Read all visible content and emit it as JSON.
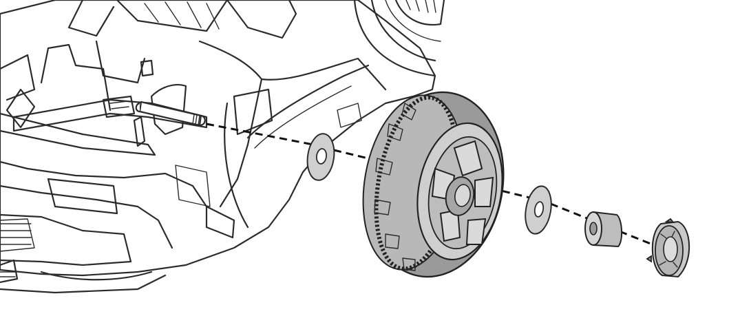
{
  "diagram": {
    "type": "exploded-assembly",
    "parts": [
      {
        "id": "vehicle-body",
        "icon": "ride-on-car-body"
      },
      {
        "id": "rear-axle",
        "icon": "threaded-axle"
      },
      {
        "id": "inner-washer",
        "icon": "flat-washer"
      },
      {
        "id": "wheel",
        "icon": "treaded-tire-wheel"
      },
      {
        "id": "outer-washer",
        "icon": "flat-washer"
      },
      {
        "id": "axle-nut",
        "icon": "cylindrical-nut"
      },
      {
        "id": "hub-cap",
        "icon": "hub-cap"
      }
    ],
    "colors": {
      "line": "#2b2b2b",
      "part_fill": "#cfcfcf",
      "background": "#ffffff"
    }
  }
}
